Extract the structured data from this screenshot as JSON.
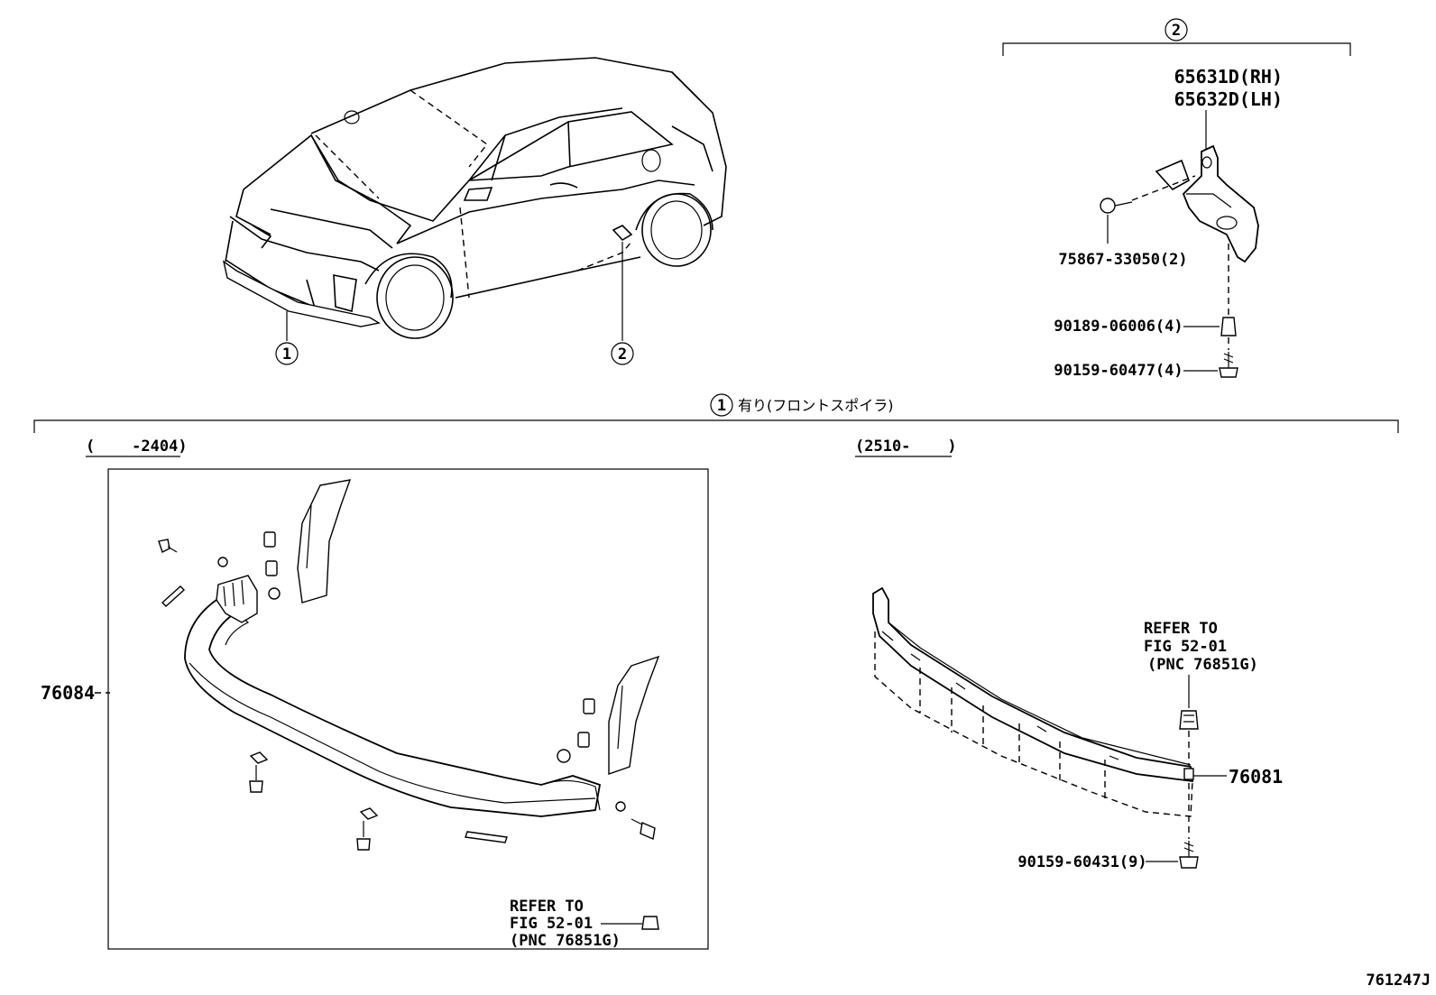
{
  "markers": {
    "one": "1",
    "two": "2"
  },
  "top_group": {
    "label": "2"
  },
  "bracket_rh": "65631D(RH)",
  "bracket_lh": "65632D(LH)",
  "screw_label": "75867-33050(2)",
  "nut_label": "90189-06006(4)",
  "bolt_label": "90159-60477(4)",
  "section_title": {
    "marker": "1",
    "text": "有り(フロントスポイラ)"
  },
  "left_range": "(    -2404)",
  "right_range": "(2510-    )",
  "left_part": "76084",
  "left_refer": {
    "line1": "REFER TO",
    "line2": "FIG 52-01",
    "line3": "(PNC 76851G)"
  },
  "right_refer": {
    "line1": "REFER TO",
    "line2": "FIG 52-01",
    "line3": "(PNC 76851G)"
  },
  "right_part": "76081",
  "right_bolt": "90159-60431(9)",
  "figure_code": "761247J"
}
